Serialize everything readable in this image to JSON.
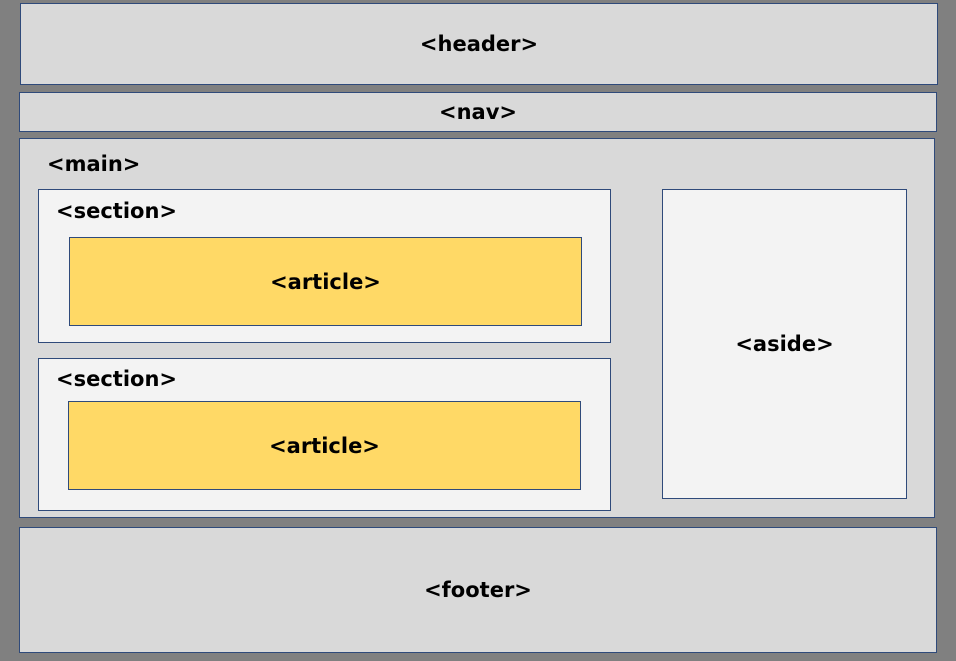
{
  "diagram": {
    "header": {
      "label": "<header>"
    },
    "nav": {
      "label": "<nav>"
    },
    "main": {
      "label": "<main>",
      "sections": [
        {
          "label": "<section>",
          "article": {
            "label": "<article>"
          }
        },
        {
          "label": "<section>",
          "article": {
            "label": "<article>"
          }
        }
      ],
      "aside": {
        "label": "<aside>"
      }
    },
    "footer": {
      "label": "<footer>"
    }
  },
  "colors": {
    "background": "#808080",
    "block_fill": "#d9d9d9",
    "section_fill": "#f3f3f3",
    "article_fill": "#ffd966",
    "border": "#2f4a7a"
  }
}
